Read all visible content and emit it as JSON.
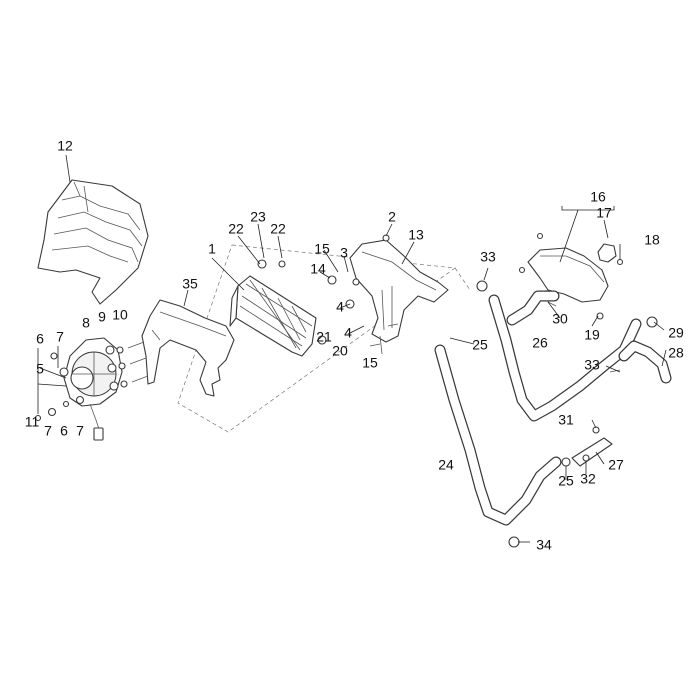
{
  "callouts": [
    {
      "id": "c1",
      "text": "1"
    },
    {
      "id": "c2",
      "text": "2"
    },
    {
      "id": "c3",
      "text": "3"
    },
    {
      "id": "c4a",
      "text": "4"
    },
    {
      "id": "c4b",
      "text": "4"
    },
    {
      "id": "c5",
      "text": "5"
    },
    {
      "id": "c6a",
      "text": "6"
    },
    {
      "id": "c6b",
      "text": "6"
    },
    {
      "id": "c7a",
      "text": "7"
    },
    {
      "id": "c7b",
      "text": "7"
    },
    {
      "id": "c7c",
      "text": "7"
    },
    {
      "id": "c8",
      "text": "8"
    },
    {
      "id": "c9",
      "text": "9"
    },
    {
      "id": "c10",
      "text": "10"
    },
    {
      "id": "c11",
      "text": "11"
    },
    {
      "id": "c12",
      "text": "12"
    },
    {
      "id": "c13",
      "text": "13"
    },
    {
      "id": "c14",
      "text": "14"
    },
    {
      "id": "c15a",
      "text": "15"
    },
    {
      "id": "c15b",
      "text": "15"
    },
    {
      "id": "c16",
      "text": "16"
    },
    {
      "id": "c17",
      "text": "17"
    },
    {
      "id": "c18",
      "text": "18"
    },
    {
      "id": "c19",
      "text": "19"
    },
    {
      "id": "c20",
      "text": "20"
    },
    {
      "id": "c21",
      "text": "21"
    },
    {
      "id": "c22a",
      "text": "22"
    },
    {
      "id": "c22b",
      "text": "22"
    },
    {
      "id": "c23",
      "text": "23"
    },
    {
      "id": "c24",
      "text": "24"
    },
    {
      "id": "c25a",
      "text": "25"
    },
    {
      "id": "c25b",
      "text": "25"
    },
    {
      "id": "c26",
      "text": "26"
    },
    {
      "id": "c27",
      "text": "27"
    },
    {
      "id": "c28",
      "text": "28"
    },
    {
      "id": "c29",
      "text": "29"
    },
    {
      "id": "c30",
      "text": "30"
    },
    {
      "id": "c31",
      "text": "31"
    },
    {
      "id": "c32",
      "text": "32"
    },
    {
      "id": "c33a",
      "text": "33"
    },
    {
      "id": "c33b",
      "text": "33"
    },
    {
      "id": "c34",
      "text": "34"
    },
    {
      "id": "c35",
      "text": "35"
    }
  ]
}
